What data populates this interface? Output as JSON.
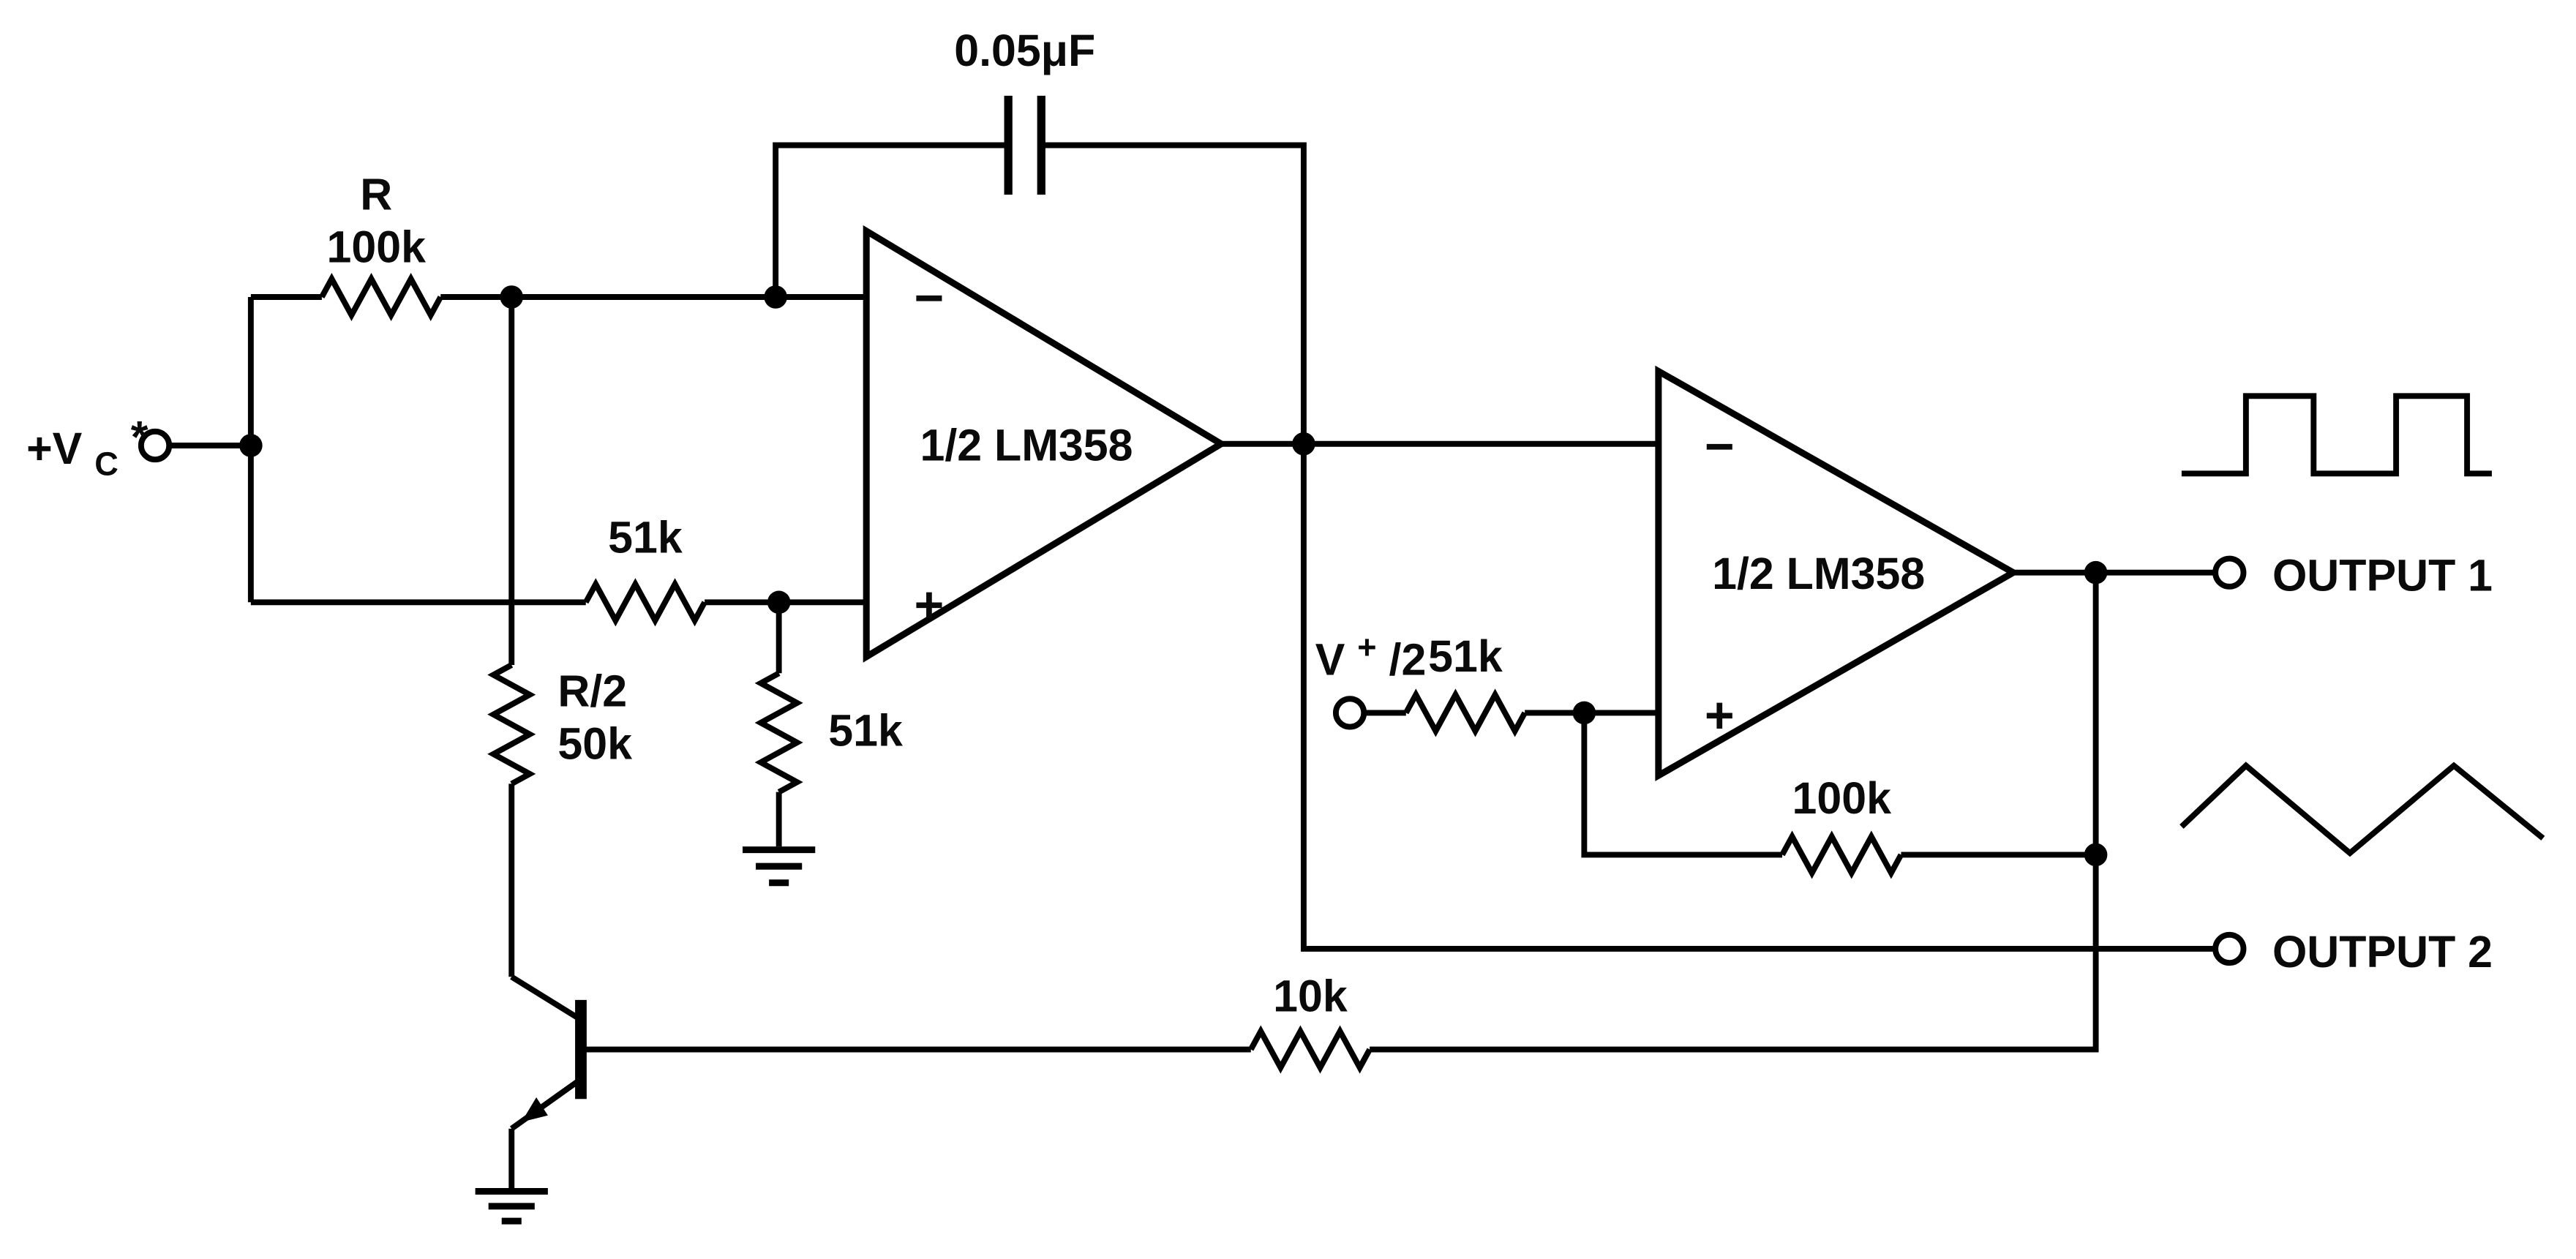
{
  "labels": {
    "capacitor": "0.05μF",
    "r_name": "R",
    "r_value": "100k",
    "vc_main": "+V",
    "vc_sub": "C",
    "vc_star": "*",
    "r51k_input": "51k",
    "r51k_ground": "51k",
    "rhalf_name": "R/2",
    "rhalf_value": "50k",
    "opamp1_name": "1/2 LM358",
    "opamp1_inverting": "−",
    "opamp1_noninverting": "+",
    "opamp2_name": "1/2 LM358",
    "opamp2_inverting": "−",
    "opamp2_noninverting": "+",
    "vhalf_main": "V",
    "vhalf_sup": "+",
    "vhalf_rest": "/2",
    "r51k_vhalf": "51k",
    "r100k_feedback": "100k",
    "r10k": "10k",
    "output1": "OUTPUT 1",
    "output2": "OUTPUT 2"
  }
}
